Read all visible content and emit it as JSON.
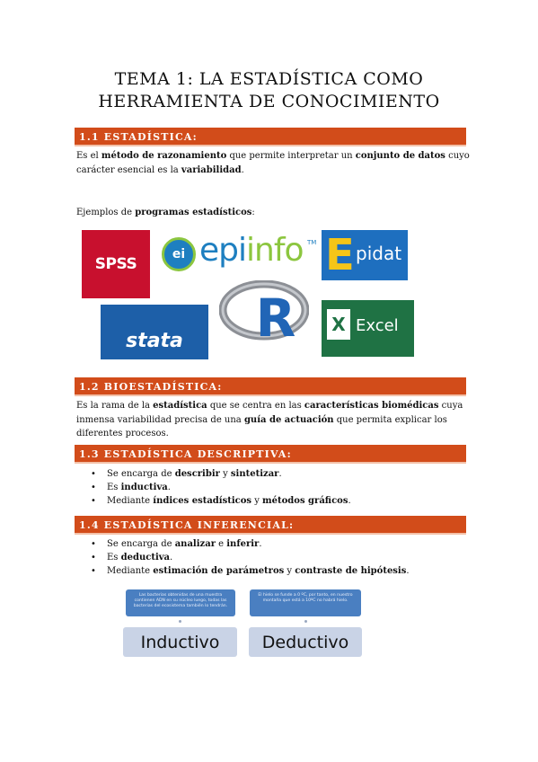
{
  "title": {
    "line1": "TEMA 1: LA ESTADÍSTICA COMO",
    "line2": "HERRAMIENTA DE CONOCIMIENTO"
  },
  "s1": {
    "heading": "1.1 ESTADÍSTICA:",
    "p1_a": "Es el ",
    "p1_b": "método de razonamiento",
    "p1_c": " que permite interpretar un ",
    "p1_d": "conjunto de datos",
    "p1_e": " cuyo carácter esencial es la ",
    "p1_f": "variabilidad",
    "p1_g": ".",
    "p2_a": "Ejemplos de ",
    "p2_b": "programas estadísticos",
    "p2_c": ":"
  },
  "logos": {
    "spss": "SPSS",
    "epi_circle": "ei",
    "epi_text1": "epi",
    "epi_text2": "info",
    "epi_tm": "TM",
    "epidat_e": "E",
    "epidat_t": "pidat",
    "stata": "stata",
    "r": "R",
    "excel_x": "X",
    "excel_t": "Excel"
  },
  "s2": {
    "heading": "1.2 BIOESTADÍSTICA:",
    "a": "Es la rama de la ",
    "b": "estadística",
    "c": " que se centra en las ",
    "d": "características biomédicas",
    "e": " cuya inmensa variabilidad precisa de una ",
    "f": "guía de actuación",
    "g": " que permita explicar los diferentes procesos."
  },
  "s3": {
    "heading": "1.3 ESTADÍSTICA DESCRIPTIVA:",
    "b1_a": "Se encarga de ",
    "b1_b": "describir",
    "b1_c": " y ",
    "b1_d": "sintetizar",
    "b1_e": ".",
    "b2_a": "Es ",
    "b2_b": "inductiva",
    "b2_c": ".",
    "b3_a": "Mediante ",
    "b3_b": "índices estadísticos",
    "b3_c": " y ",
    "b3_d": "métodos gráficos",
    "b3_e": "."
  },
  "s4": {
    "heading": "1.4 ESTADÍSTICA INFERENCIAL:",
    "b1_a": "Se encarga de ",
    "b1_b": "analizar",
    "b1_c": " e ",
    "b1_d": "inferir",
    "b1_e": ".",
    "b2_a": "Es ",
    "b2_b": "deductiva",
    "b2_c": ".",
    "b3_a": "Mediante ",
    "b3_b": "estimación de parámetros",
    "b3_c": " y ",
    "b3_d": "contraste de hipótesis",
    "b3_e": "."
  },
  "diagram": {
    "card1": "Las bacterias obtenidas de una muestra contienen ADN en su núcleo luego, todas las bacterias del ecosistema también lo tendrán.",
    "card2": "El hielo se funde a 0 ºC, por tanto, en nuestro montaña que está a 10ºC no habrá hielo.",
    "box1": "Inductivo",
    "box2": "Deductivo"
  }
}
